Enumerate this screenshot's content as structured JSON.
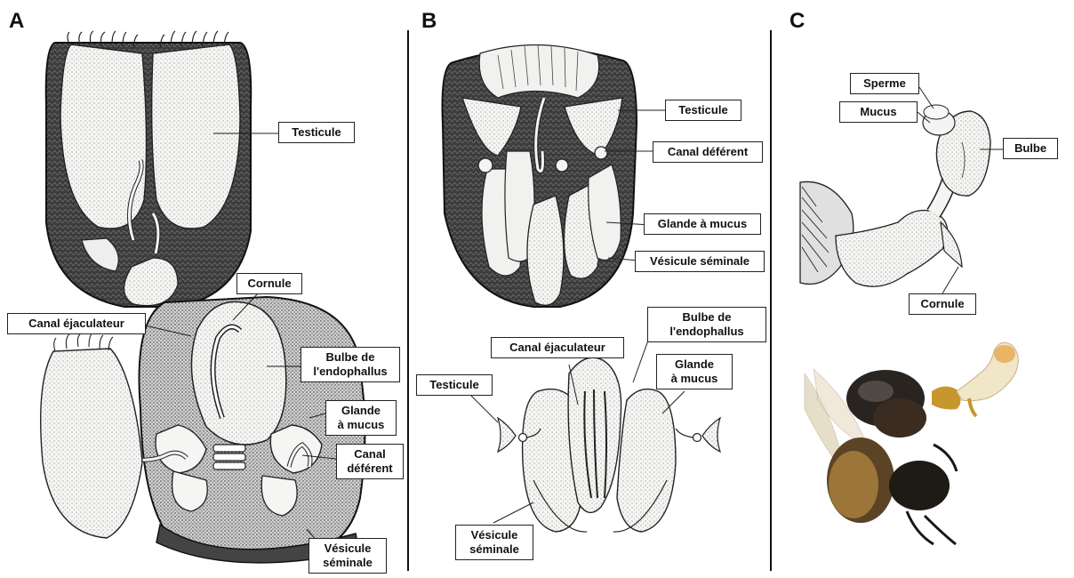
{
  "panels": {
    "a": {
      "letter": "A",
      "labels": {
        "testicule": "Testicule",
        "cornule": "Cornule",
        "canal_ejaculateur": "Canal éjaculateur",
        "bulbe_line1": "Bulbe de",
        "bulbe_line2": "l'endophallus",
        "glande_line1": "Glande",
        "glande_line2": "à mucus",
        "canal_def_line1": "Canal",
        "canal_def_line2": "déférent",
        "vesicule_line1": "Vésicule",
        "vesicule_line2": "séminale"
      }
    },
    "b": {
      "letter": "B",
      "labels": {
        "testicule_top": "Testicule",
        "canal_deferent": "Canal déférent",
        "glande_mucus": "Glande à mucus",
        "vesicule_seminale": "Vésicule séminale",
        "bulbe_line1": "Bulbe de",
        "bulbe_line2": "l'endophallus",
        "canal_ejaculateur": "Canal éjaculateur",
        "glande_line1": "Glande",
        "glande_line2": "à mucus",
        "testicule_bottom": "Testicule",
        "vesicule_line1": "Vésicule",
        "vesicule_line2": "séminale"
      }
    },
    "c": {
      "letter": "C",
      "labels": {
        "sperme": "Sperme",
        "mucus": "Mucus",
        "bulbe": "Bulbe",
        "cornule": "Cornule"
      }
    }
  },
  "colors": {
    "ink": "#1a1a1a",
    "dark_tissue": "#3a3a3a",
    "light_organ": "#f4f4f2",
    "bee_dark": "#2a2420",
    "bee_amber": "#b8862e",
    "endophallus": "#f0e6c8"
  }
}
